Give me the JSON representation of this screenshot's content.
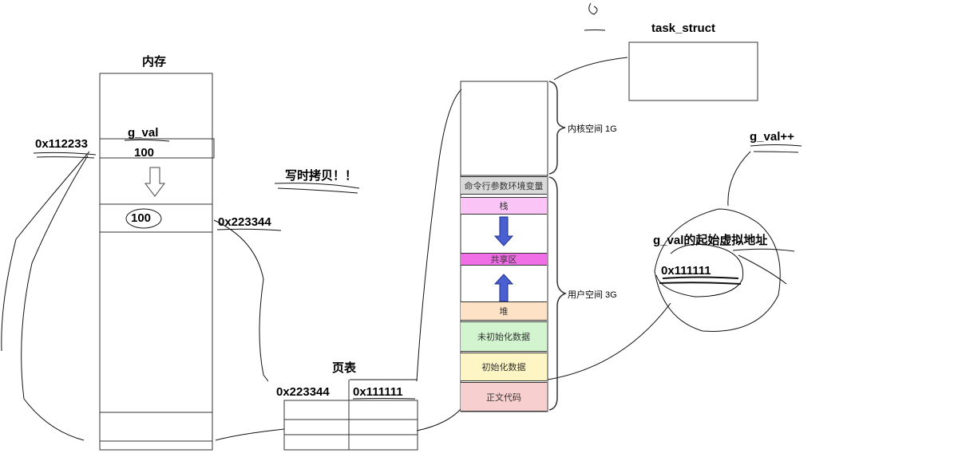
{
  "memory": {
    "title": "内存",
    "var_name": "g_val",
    "old_value": "100",
    "new_value": "100",
    "old_addr": "0x112233",
    "new_addr": "0x223344"
  },
  "copy_on_write": "写时拷贝！！",
  "page_table": {
    "title": "页表",
    "physical_addr": "0x223344",
    "virtual_addr": "0x111111"
  },
  "task_struct": "task_struct",
  "address_space": {
    "kernel_label": "内核空间 1G",
    "user_label": "用户空间 3G",
    "segments": [
      {
        "name": "命令行参数环境变量",
        "color": "#d9d9d9"
      },
      {
        "name": "栈",
        "color": "#fbc4f7"
      },
      {
        "name": "共享区",
        "color": "#f06ee6"
      },
      {
        "name": "堆",
        "color": "#fde2c6"
      },
      {
        "name": "未初始化数据",
        "color": "#d2f5cf"
      },
      {
        "name": "初始化数据",
        "color": "#fdf6c4"
      },
      {
        "name": "正文代码",
        "color": "#f8cfcf"
      }
    ]
  },
  "annotations": {
    "increment": "g_val++",
    "start_virtual_addr": "g_val的起始虚拟地址",
    "virtual_value": "0x111111"
  },
  "colors": {
    "arrow_fill": "#4a5fd1",
    "outline": "#333333"
  }
}
